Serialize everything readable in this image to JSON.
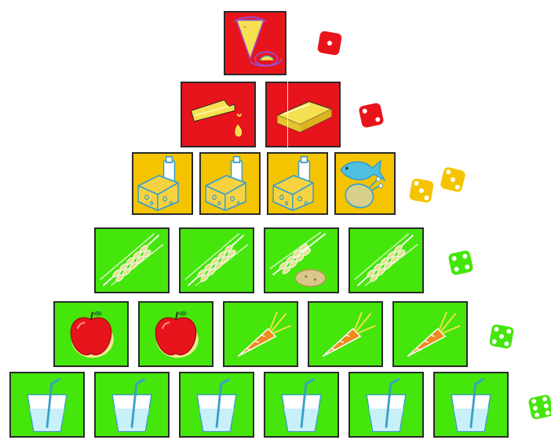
{
  "title": "",
  "colors": {
    "red": "#e8141c",
    "yellow": "#f5c400",
    "green": "#45e60c",
    "outline": "#2a2a2a"
  },
  "tiers": [
    {
      "level": "sweets",
      "color": "red",
      "die_value": 1,
      "dice_count": 1,
      "tiles": [
        {
          "icon": "pizza-sweets-icon"
        }
      ]
    },
    {
      "level": "fats",
      "color": "red",
      "die_value": 2,
      "dice_count": 1,
      "tiles": [
        {
          "icon": "oil-bottle-icon"
        },
        {
          "icon": "butter-icon"
        }
      ]
    },
    {
      "level": "protein",
      "color": "yellow",
      "die_value": 3,
      "dice_count": 2,
      "tiles": [
        {
          "icon": "milk-cheese-icon"
        },
        {
          "icon": "milk-cheese-icon"
        },
        {
          "icon": "milk-cheese-icon"
        },
        {
          "icon": "fish-chicken-icon"
        }
      ]
    },
    {
      "level": "grains",
      "color": "green",
      "die_value": 4,
      "dice_count": 1,
      "tiles": [
        {
          "icon": "wheat-icon"
        },
        {
          "icon": "wheat-icon"
        },
        {
          "icon": "wheat-potato-icon"
        },
        {
          "icon": "wheat-icon"
        }
      ]
    },
    {
      "level": "fruits-vegetables",
      "color": "green",
      "die_value": 5,
      "dice_count": 1,
      "tiles": [
        {
          "icon": "apple-icon"
        },
        {
          "icon": "apple-icon"
        },
        {
          "icon": "carrot-icon"
        },
        {
          "icon": "carrot-icon"
        },
        {
          "icon": "carrot-icon"
        }
      ]
    },
    {
      "level": "water",
      "color": "green",
      "die_value": 6,
      "dice_count": 1,
      "tiles": [
        {
          "icon": "water-glass-icon"
        },
        {
          "icon": "water-glass-icon"
        },
        {
          "icon": "water-glass-icon"
        },
        {
          "icon": "water-glass-icon"
        },
        {
          "icon": "water-glass-icon"
        },
        {
          "icon": "water-glass-icon"
        }
      ]
    }
  ]
}
